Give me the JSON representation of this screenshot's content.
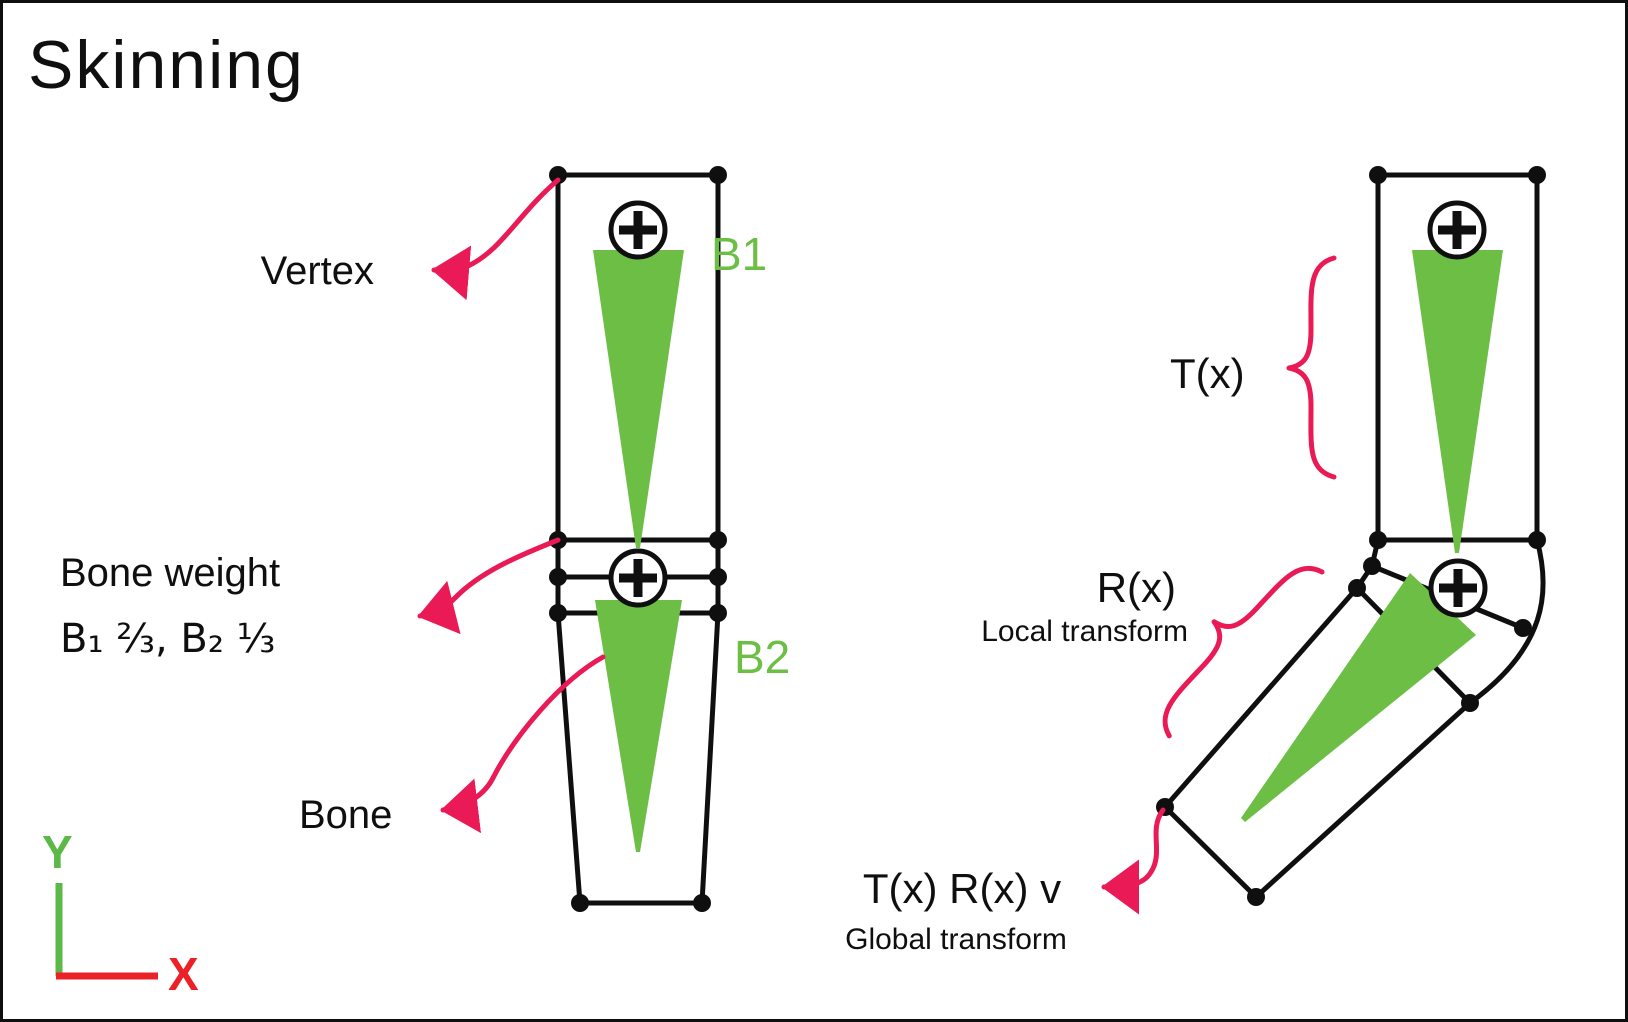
{
  "title": "Skinning",
  "palette": {
    "bone_green": "#6CBE45",
    "accent_pink": "#E91A56",
    "axis_red": "#EC2127",
    "axis_green": "#5CB947",
    "ink": "#0f0f0f"
  },
  "left_figure": {
    "bone1_label": "B1",
    "bone2_label": "B2",
    "vertex_label": "Vertex",
    "bone_weight_line1": "Bone weight",
    "bone_weight_line2": "B₁ ⅔, B₂ ⅓",
    "bone_label": "Bone"
  },
  "right_figure": {
    "translate_label": "T(x)",
    "rotate_label": "R(x)",
    "rotate_sublabel": "Local transform",
    "global_label": "T(x) R(x) v",
    "global_sublabel": "Global transform"
  },
  "axes": {
    "y_label": "Y",
    "x_label": "X"
  }
}
